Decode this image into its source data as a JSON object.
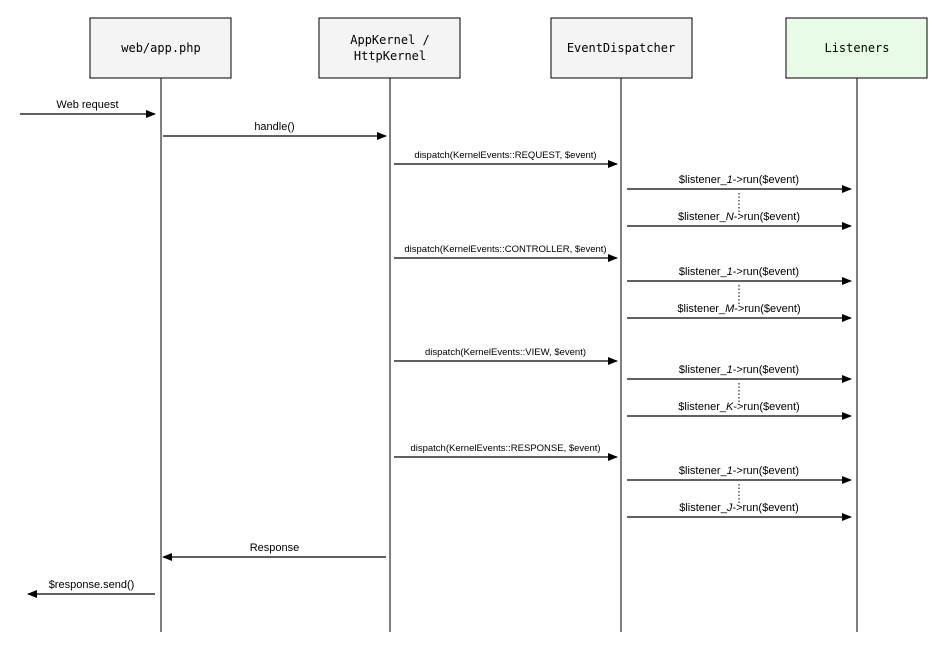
{
  "participants": [
    {
      "id": "web-app-php",
      "lines": [
        "web/app.php"
      ],
      "fill": "#f4f4f4"
    },
    {
      "id": "appkernel-httpkernel",
      "lines": [
        "AppKernel /",
        "HttpKernel"
      ],
      "fill": "#f4f4f4"
    },
    {
      "id": "event-dispatcher",
      "lines": [
        "EventDispatcher"
      ],
      "fill": "#f4f4f4"
    },
    {
      "id": "listeners",
      "lines": [
        "Listeners"
      ],
      "fill": "#e8fbe6"
    }
  ],
  "messages": [
    {
      "id": "web-request",
      "from": "external",
      "to": "web-app-php",
      "label": "Web request",
      "size": "normal"
    },
    {
      "id": "handle",
      "from": "web-app-php",
      "to": "appkernel-httpkernel",
      "label": "handle()",
      "size": "normal"
    },
    {
      "id": "dispatch-request",
      "from": "appkernel-httpkernel",
      "to": "event-dispatcher",
      "label": "dispatch(KernelEvents::REQUEST, $event)",
      "size": "small"
    },
    {
      "id": "listener-1-run-a",
      "from": "event-dispatcher",
      "to": "listeners",
      "label_parts": [
        "$listener_",
        "1",
        "->run($event)"
      ],
      "size": "normal"
    },
    {
      "id": "listener-n-run",
      "from": "event-dispatcher",
      "to": "listeners",
      "label_parts": [
        "$listener_",
        "N",
        "->run($event)"
      ],
      "size": "normal"
    },
    {
      "id": "dispatch-controller",
      "from": "appkernel-httpkernel",
      "to": "event-dispatcher",
      "label": "dispatch(KernelEvents::CONTROLLER, $event)",
      "size": "small"
    },
    {
      "id": "listener-1-run-b",
      "from": "event-dispatcher",
      "to": "listeners",
      "label_parts": [
        "$listener_",
        "1",
        "->run($event)"
      ],
      "size": "normal"
    },
    {
      "id": "listener-m-run",
      "from": "event-dispatcher",
      "to": "listeners",
      "label_parts": [
        "$listener_",
        "M",
        "->run($event)"
      ],
      "size": "normal"
    },
    {
      "id": "dispatch-view",
      "from": "appkernel-httpkernel",
      "to": "event-dispatcher",
      "label": "dispatch(KernelEvents::VIEW, $event)",
      "size": "small"
    },
    {
      "id": "listener-1-run-c",
      "from": "event-dispatcher",
      "to": "listeners",
      "label_parts": [
        "$listener_",
        "1",
        "->run($event)"
      ],
      "size": "normal"
    },
    {
      "id": "listener-k-run",
      "from": "event-dispatcher",
      "to": "listeners",
      "label_parts": [
        "$listener_",
        "K",
        "->run($event)"
      ],
      "size": "normal"
    },
    {
      "id": "dispatch-response",
      "from": "appkernel-httpkernel",
      "to": "event-dispatcher",
      "label": "dispatch(KernelEvents::RESPONSE, $event)",
      "size": "small"
    },
    {
      "id": "listener-1-run-d",
      "from": "event-dispatcher",
      "to": "listeners",
      "label_parts": [
        "$listener_",
        "1",
        "->run($event)"
      ],
      "size": "normal"
    },
    {
      "id": "listener-j-run",
      "from": "event-dispatcher",
      "to": "listeners",
      "label_parts": [
        "$listener_",
        "J",
        "->run($event)"
      ],
      "size": "normal"
    },
    {
      "id": "response",
      "from": "appkernel-httpkernel",
      "to": "web-app-php",
      "label": "Response",
      "size": "normal"
    },
    {
      "id": "response-send",
      "from": "web-app-php",
      "to": "external",
      "label": "$response.send()",
      "size": "normal"
    }
  ]
}
